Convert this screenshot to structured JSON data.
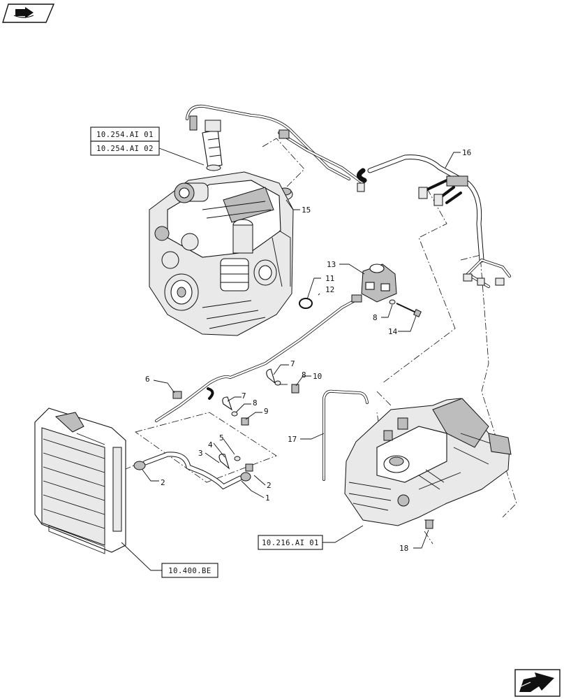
{
  "references": {
    "ref_10_254_01": "10.254.AI 01",
    "ref_10_254_02": "10.254.AI 02",
    "ref_10_400": "10.400.BE",
    "ref_10_216": "10.216.AI 01"
  },
  "callouts": {
    "c1": "1",
    "c2a": "2",
    "c2b": "2",
    "c3": "3",
    "c4": "4",
    "c5": "5",
    "c6": "6",
    "c7a": "7",
    "c7b": "7",
    "c8a": "8",
    "c8b": "8",
    "c8c": "8",
    "c9": "9",
    "c10": "10",
    "c11": "11",
    "c12": "12",
    "c13": "13",
    "c14": "14",
    "c15": "15",
    "c16": "16",
    "c17": "17",
    "c18": "18"
  },
  "icons": {
    "top_left": "book-arrow-icon",
    "bottom_right": "next-page-arrow-icon"
  }
}
